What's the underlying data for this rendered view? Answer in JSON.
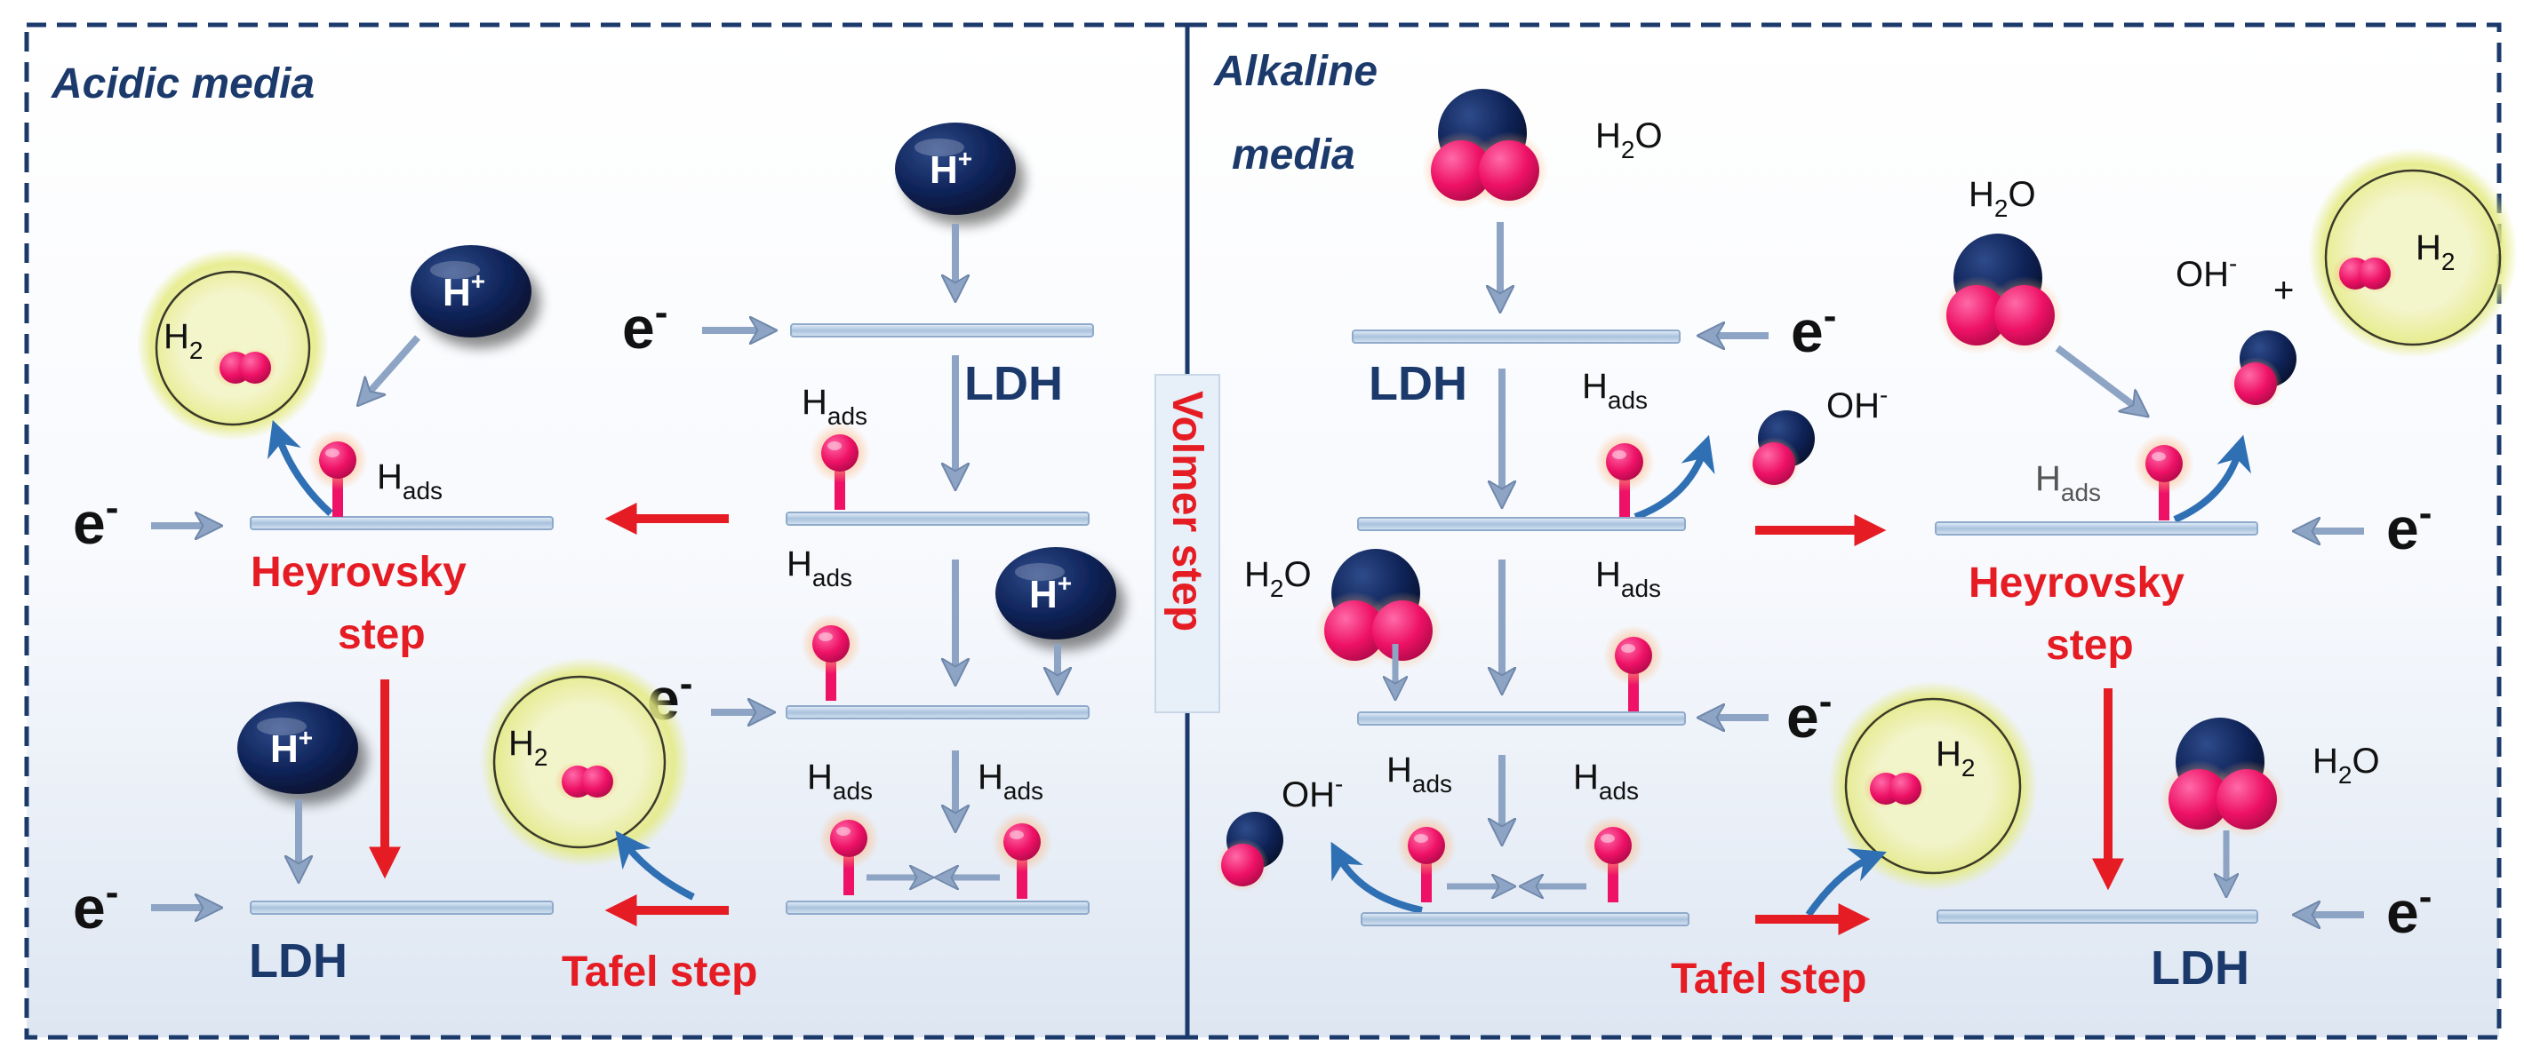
{
  "panels": {
    "acidic": {
      "title": "Acidic media"
    },
    "alkaline": {
      "title_line1": "Alkaline",
      "title_line2": "media"
    }
  },
  "labels": {
    "h_plus_base": "H",
    "h_plus_sup": "+",
    "e_base": "e",
    "e_sup": "-",
    "h_ads_base": "H",
    "h_ads_sub": "ads",
    "h2_base": "H",
    "h2_sub": "2",
    "h2o_base": "H",
    "h2o_sub": "2",
    "h2o_end": "O",
    "oh_base": "OH",
    "oh_sup": "-",
    "plus": "+",
    "ldh": "LDH"
  },
  "steps": {
    "volmer": "Volmer step",
    "heyrovsky_line1": "Heyrovsky",
    "heyrovsky_line2": "step",
    "tafel": "Tafel step"
  },
  "colors": {
    "frame": "#1b3a6b",
    "h_ion": "#0d2050",
    "atom_pink": "#ee1166",
    "step_red": "#e51c23",
    "surface": "#b9cfe6",
    "arrow_gray": "#8da4c4",
    "glow": "#e7ec8a"
  }
}
